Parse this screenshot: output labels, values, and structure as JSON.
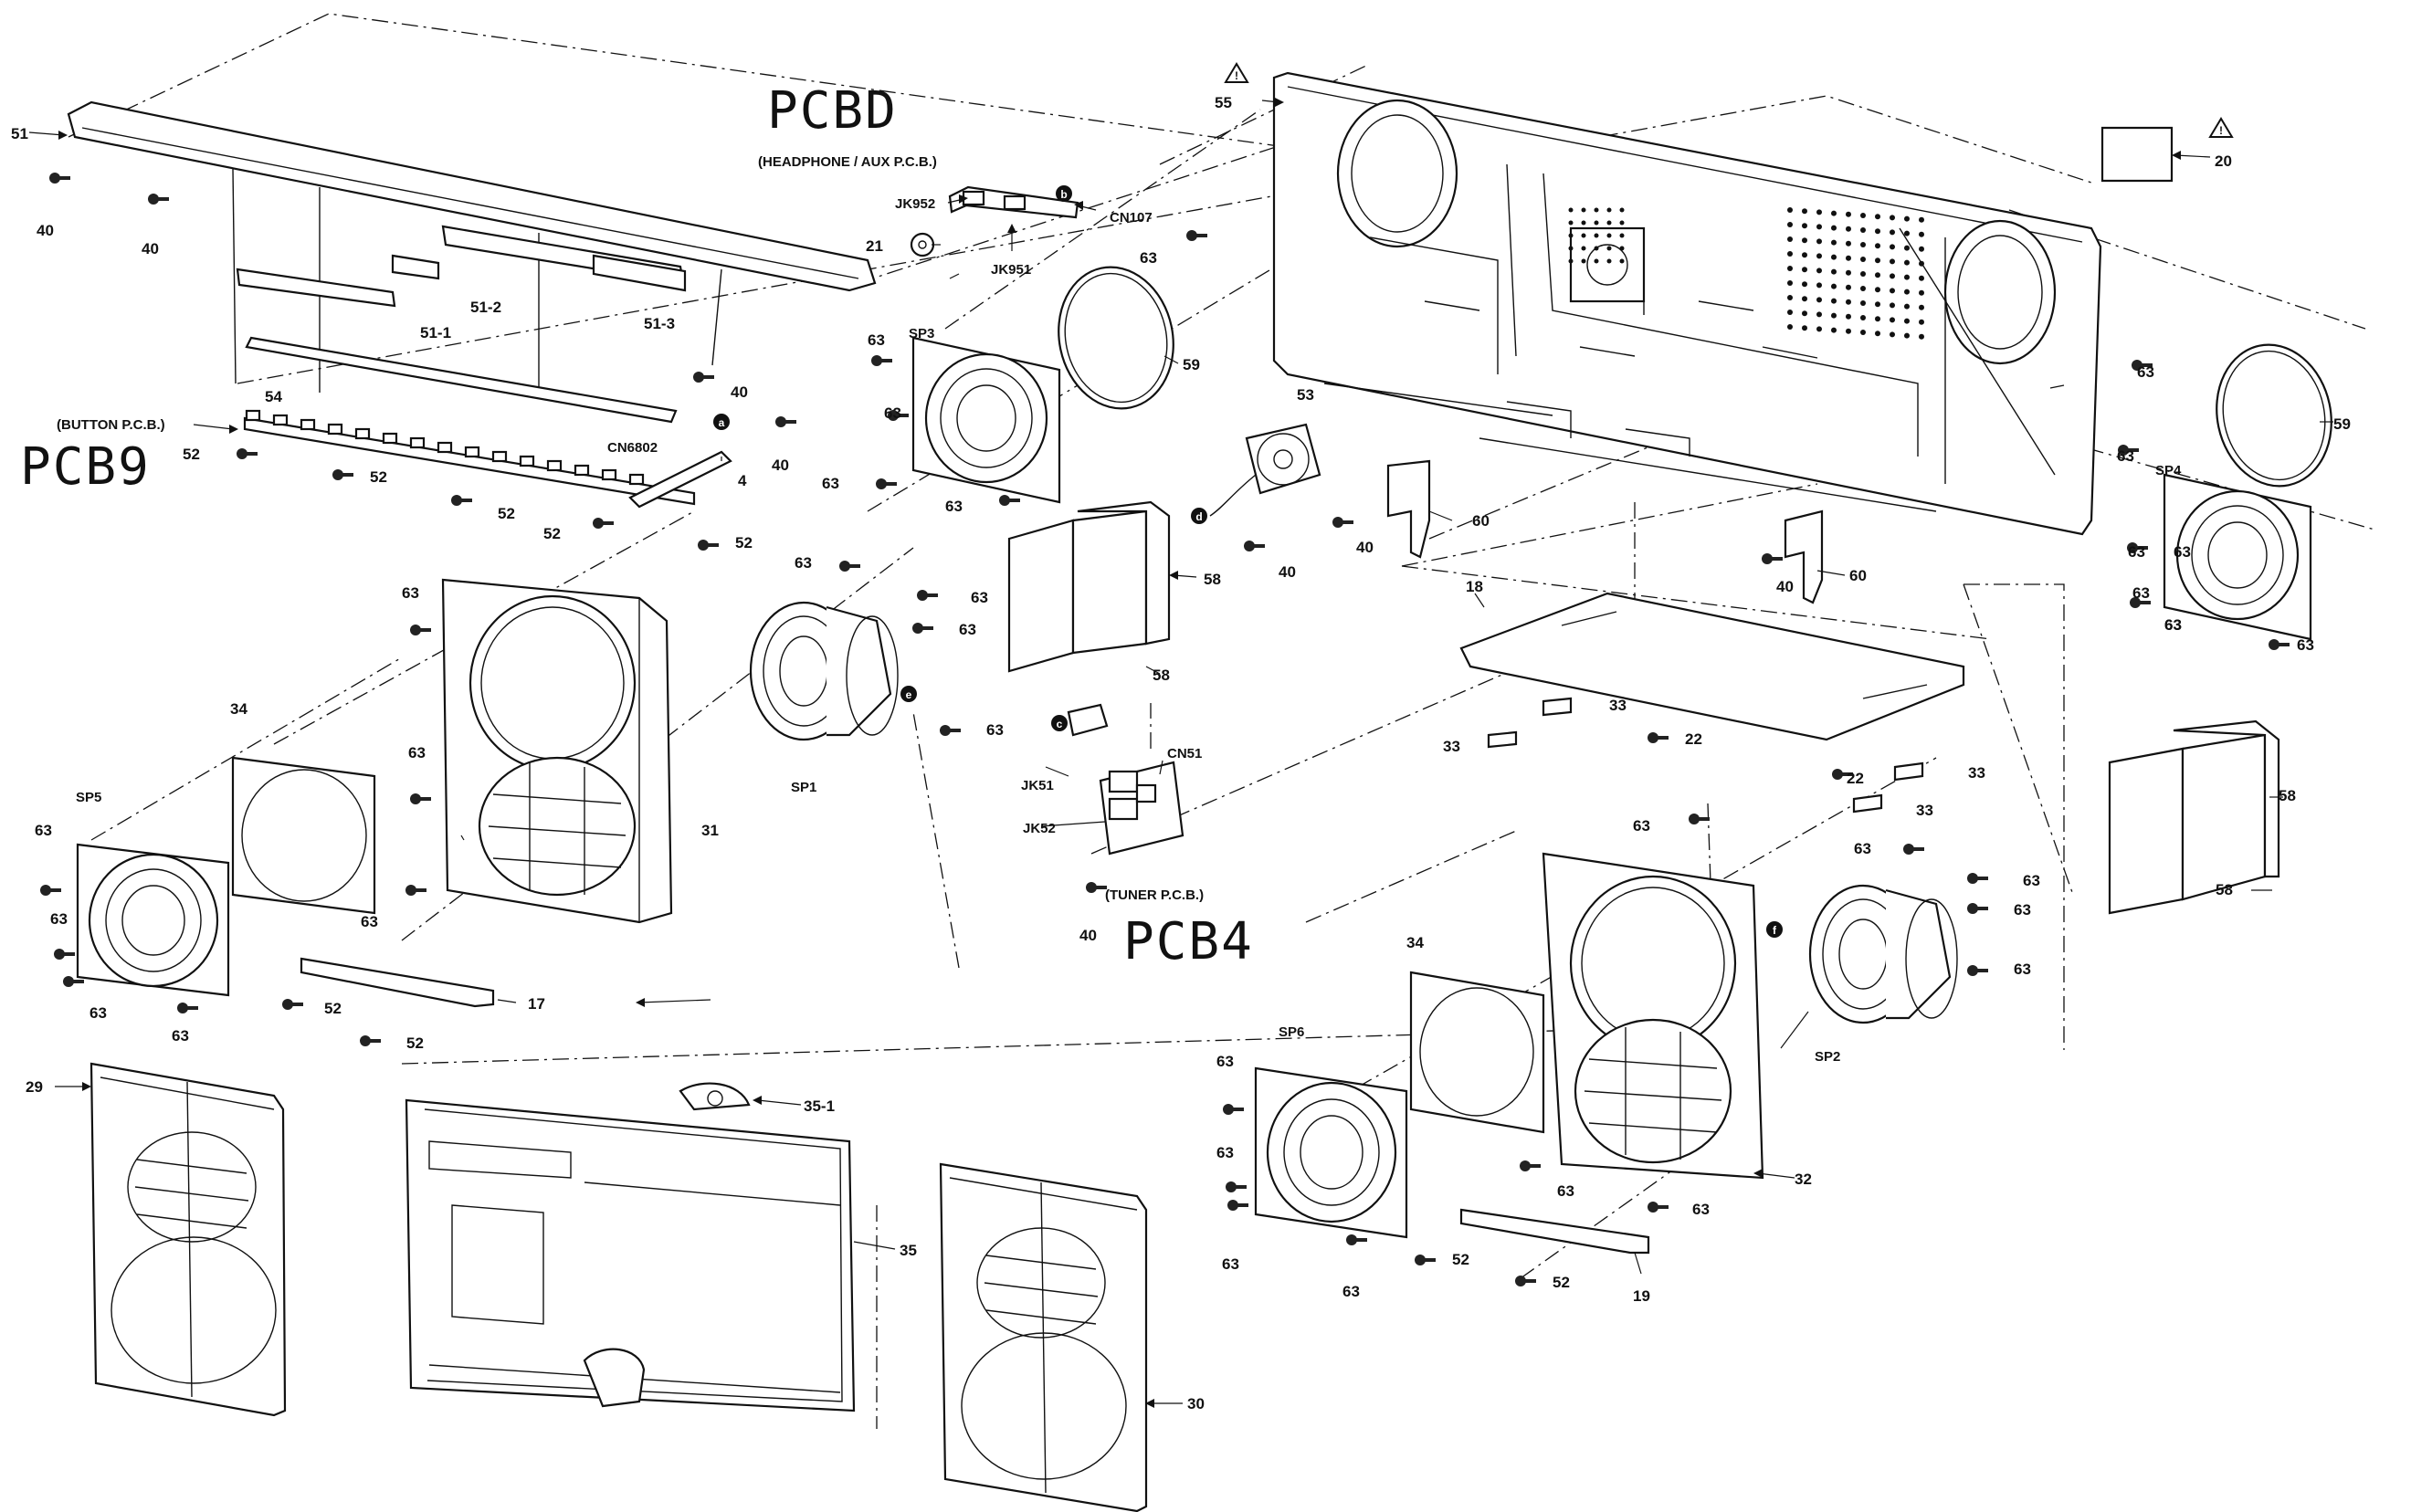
{
  "handwritten": {
    "pcbd": "PCBD",
    "pcb9": "PCB9",
    "pcb4": "PCB4"
  },
  "board_labels": {
    "headphone_aux": "(HEADPHONE / AUX P.C.B.)",
    "button": "(BUTTON P.C.B.)",
    "tuner": "(TUNER P.C.B.)"
  },
  "part_labels": {
    "p51": "51",
    "p51_1": "51-1",
    "p51_2": "51-2",
    "p51_3": "51-3",
    "p54": "54",
    "p40": "40",
    "p52": "52",
    "p4": "4",
    "p21": "21",
    "p55": "55",
    "p20": "20",
    "p59": "59",
    "p53": "53",
    "p58": "58",
    "p60": "60",
    "p18": "18",
    "p33": "33",
    "p22": "22",
    "p63": "63",
    "p34": "34",
    "p31": "31",
    "p17": "17",
    "p29": "29",
    "p35": "35",
    "p35_1": "35-1",
    "p30": "30",
    "p32": "32",
    "p19": "19"
  },
  "refs": {
    "jk952": "JK952",
    "jk951": "JK951",
    "cn107": "CN107",
    "cn6802": "CN6802",
    "jk51": "JK51",
    "jk52": "JK52",
    "cn51": "CN51",
    "sp1": "SP1",
    "sp2": "SP2",
    "sp3": "SP3",
    "sp4": "SP4",
    "sp5": "SP5",
    "sp6": "SP6"
  },
  "circle_letters": {
    "a": "a",
    "b": "b",
    "c": "c",
    "d": "d",
    "e": "e",
    "f": "f"
  },
  "warning_symbol": "!"
}
